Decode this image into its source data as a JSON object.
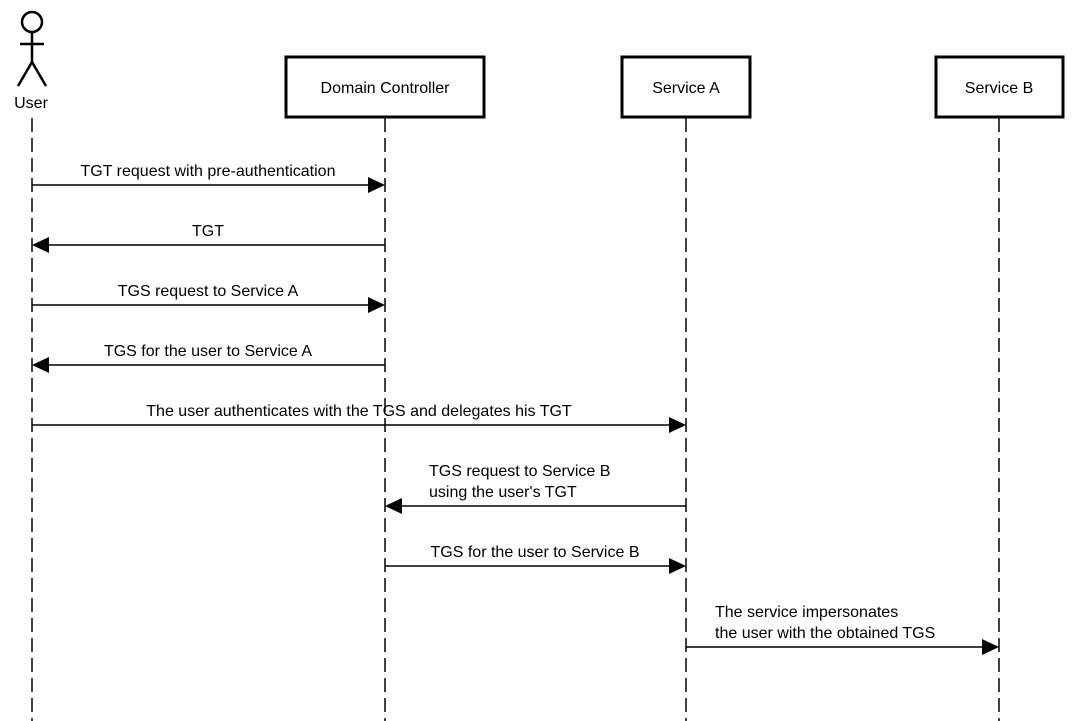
{
  "participants": [
    {
      "id": "user",
      "label": "User",
      "kind": "actor"
    },
    {
      "id": "dc",
      "label": "Domain Controller",
      "kind": "box"
    },
    {
      "id": "svcA",
      "label": "Service A",
      "kind": "box"
    },
    {
      "id": "svcB",
      "label": "Service B",
      "kind": "box"
    }
  ],
  "messages": [
    {
      "from": "user",
      "to": "dc",
      "lines": [
        "TGT request with pre-authentication"
      ]
    },
    {
      "from": "dc",
      "to": "user",
      "lines": [
        "TGT"
      ]
    },
    {
      "from": "user",
      "to": "dc",
      "lines": [
        "TGS request to Service A"
      ]
    },
    {
      "from": "dc",
      "to": "user",
      "lines": [
        "TGS for the user to Service A"
      ]
    },
    {
      "from": "user",
      "to": "svcA",
      "lines": [
        "The user authenticates with the TGS and delegates his TGT"
      ]
    },
    {
      "from": "svcA",
      "to": "dc",
      "lines": [
        "TGS request to Service B",
        "using the user's TGT"
      ]
    },
    {
      "from": "dc",
      "to": "svcA",
      "lines": [
        "TGS for the user to Service B"
      ]
    },
    {
      "from": "svcA",
      "to": "svcB",
      "lines": [
        "The service impersonates",
        "the user with the obtained TGS"
      ]
    }
  ]
}
